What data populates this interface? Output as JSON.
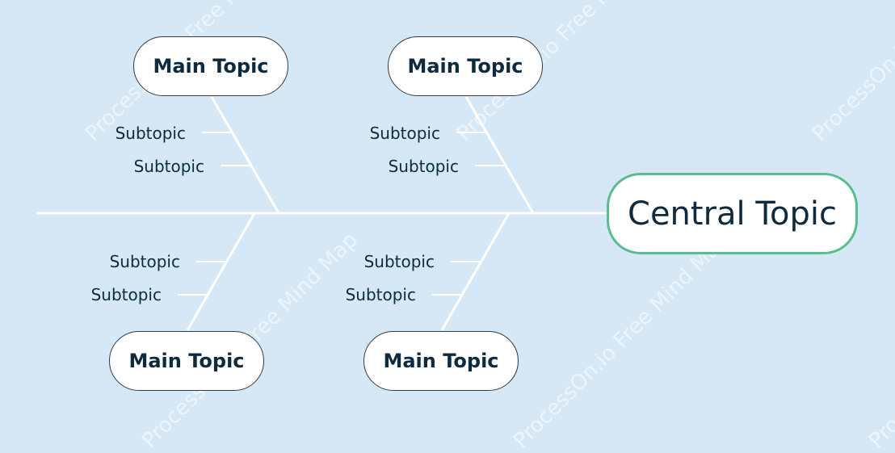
{
  "central_topic": "Central Topic",
  "branches": [
    {
      "main_topic": "Main Topic",
      "subtopics": [
        "Subtopic",
        "Subtopic"
      ]
    },
    {
      "main_topic": "Main Topic",
      "subtopics": [
        "Subtopic",
        "Subtopic"
      ]
    },
    {
      "main_topic": "Main Topic",
      "subtopics": [
        "Subtopic",
        "Subtopic"
      ]
    },
    {
      "main_topic": "Main Topic",
      "subtopics": [
        "Subtopic",
        "Subtopic"
      ]
    }
  ],
  "watermark": {
    "text": "ProcessOn.io Free Mind Map"
  },
  "colors": {
    "background": "#d6e8f5",
    "spine": "#ffffff",
    "central_border": "#56c08c",
    "topic_border": "#333b40",
    "text": "#0c2a40"
  }
}
